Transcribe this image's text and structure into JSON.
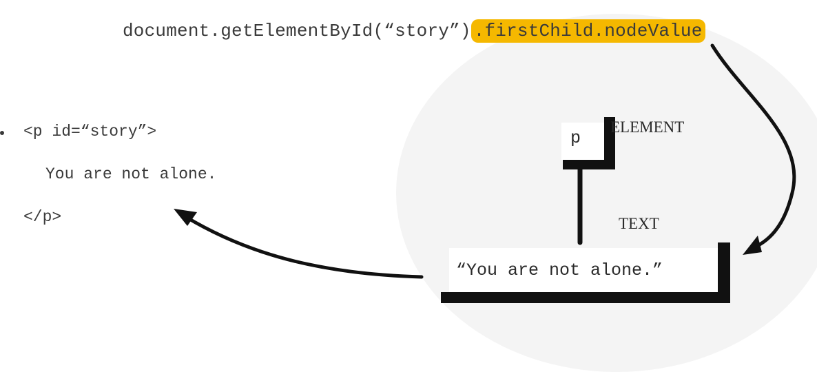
{
  "code": {
    "prefix": "document.getElementById(“story”)",
    "highlight": ".firstChild.nodeValue"
  },
  "html_source": {
    "open_tag": "<p id=“story”>",
    "content": "You are not alone.",
    "close_tag": "</p>"
  },
  "tree": {
    "element_node": {
      "name": "p",
      "type_label": "ELEMENT"
    },
    "text_node": {
      "value": "“You are not alone.”",
      "type_label": "TEXT"
    }
  },
  "colors": {
    "highlight": "#f5b800",
    "ink": "#111111"
  }
}
